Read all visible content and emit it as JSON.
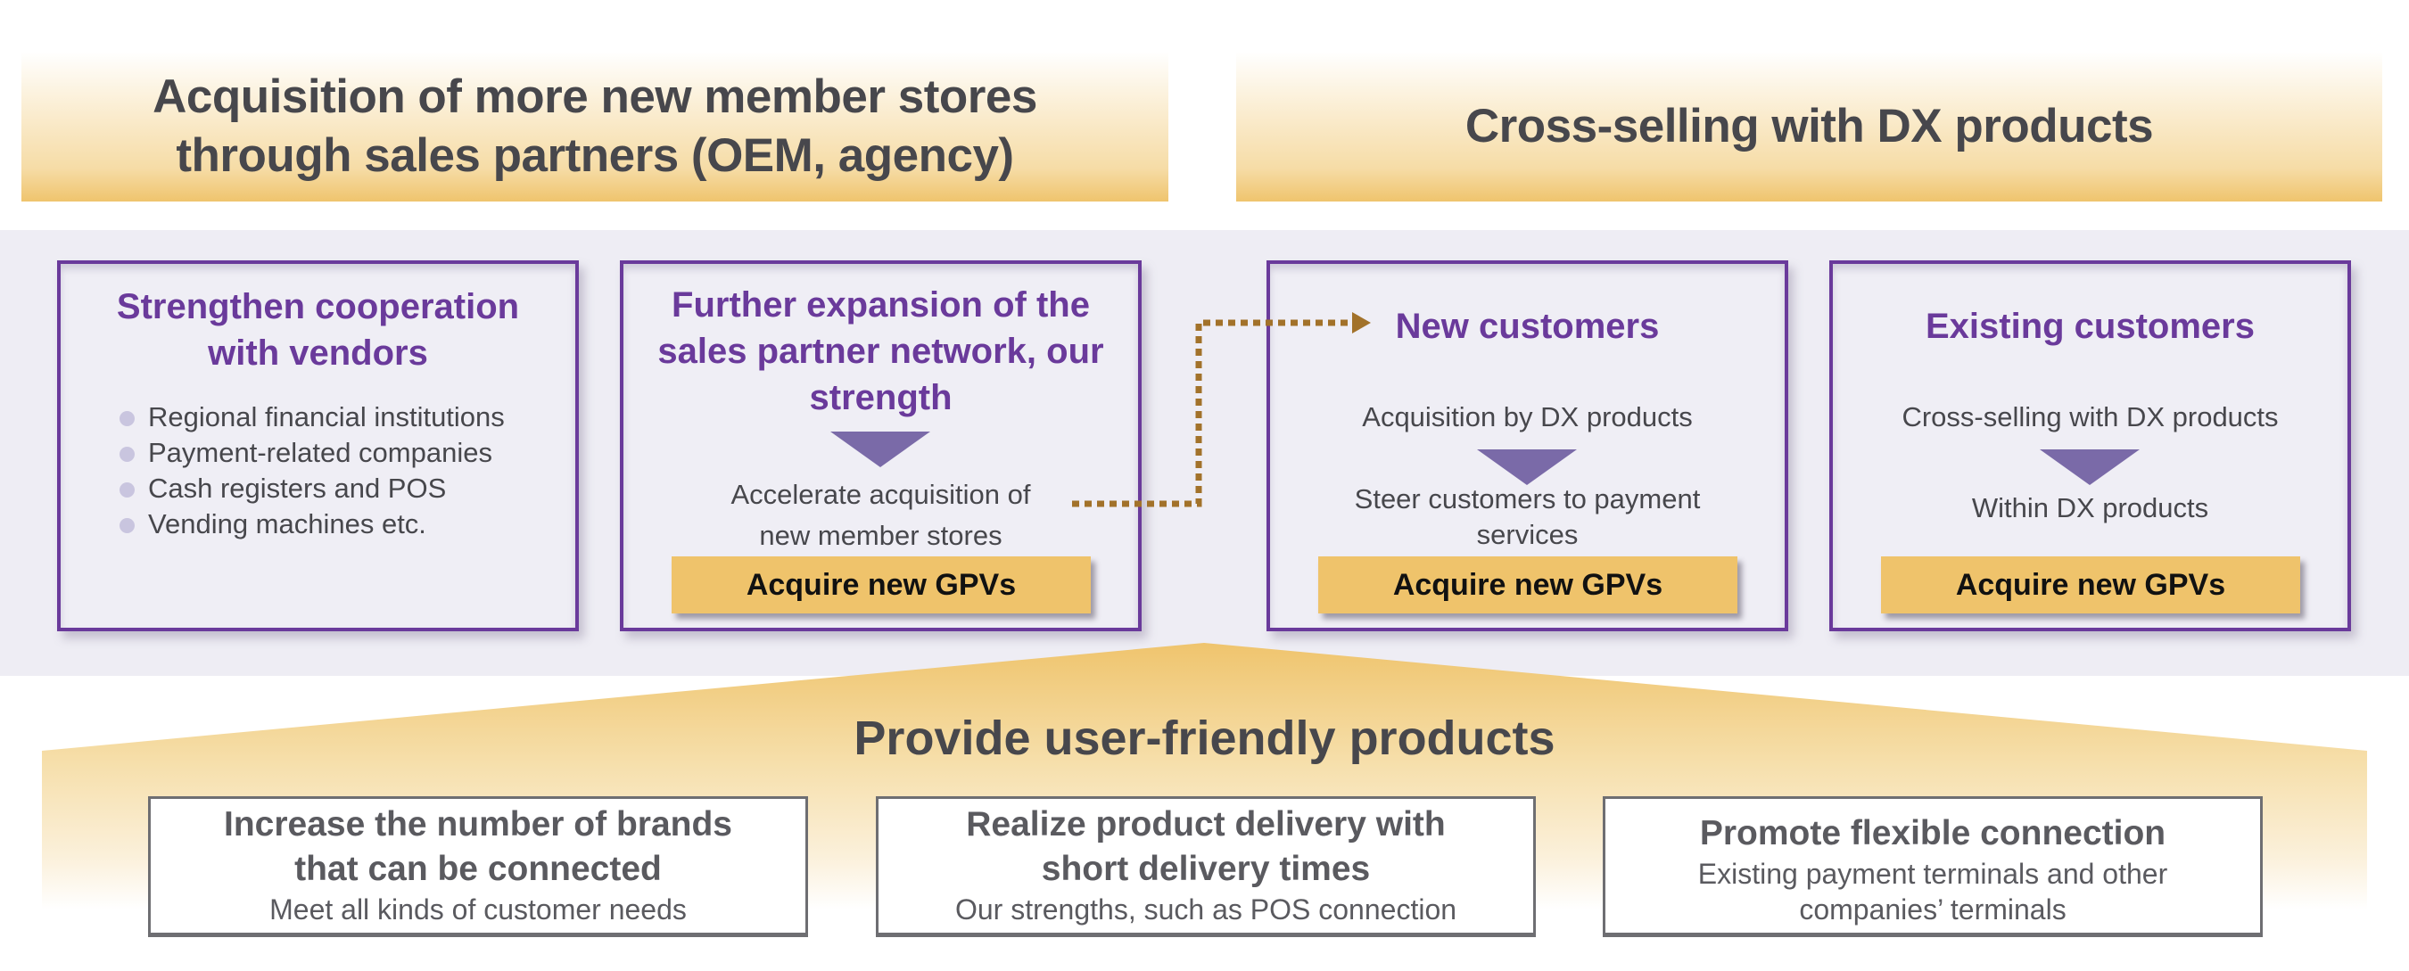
{
  "colors": {
    "accent_purple": "#6a3a9b",
    "triangle_purple": "#7a6aa8",
    "gold": "#efc36b",
    "arrow_brown": "#a2722a",
    "band_bg": "#eeedf4",
    "text_dark": "#47474c"
  },
  "banners": {
    "left": "Acquisition of more new member stores through sales partners (OEM, agency)",
    "right": "Cross-selling with DX products"
  },
  "cards": [
    {
      "title": "Strengthen cooperation with vendors",
      "bullets": [
        "Regional financial institutions",
        "Payment-related companies",
        "Cash registers and POS",
        "Vending machines etc."
      ]
    },
    {
      "title": "Further expansion of the sales partner network, our strength",
      "after_arrow": "Accelerate acquisition of new member stores",
      "button": "Acquire new GPVs"
    },
    {
      "title": "New customers",
      "before_arrow": "Acquisition by DX products",
      "after_arrow": "Steer customers to payment services",
      "button": "Acquire new GPVs"
    },
    {
      "title": "Existing customers",
      "before_arrow": "Cross-selling with DX products",
      "after_arrow": "Within DX products",
      "button": "Acquire new GPVs"
    }
  ],
  "foundation": {
    "title": "Provide user-friendly products",
    "pillars": [
      {
        "title": "Increase the number of brands that can be connected",
        "subtitle": "Meet all kinds of customer needs"
      },
      {
        "title": "Realize product delivery with short delivery times",
        "subtitle": "Our strengths, such as POS connection"
      },
      {
        "title": "Promote flexible connection",
        "subtitle": "Existing payment terminals and other companies’ terminals"
      }
    ]
  },
  "connector": {
    "from": "Further expansion of the sales partner network, our strength",
    "to": "New customers",
    "style": "dotted-arrow"
  }
}
